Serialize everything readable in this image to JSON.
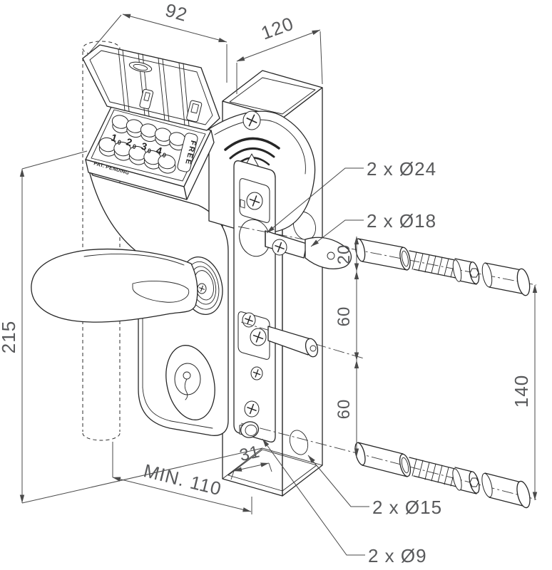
{
  "drawing": {
    "dimensions": {
      "lid_width": "92",
      "body_depth": "120",
      "body_height": "215",
      "offset_top": "20",
      "spacing_upper": "60",
      "spacing_lower": "60",
      "fixation_span": "140",
      "post_width": "31",
      "min_clearance": "MIN. 110"
    },
    "hole_labels": {
      "d24": "2 x Ø24",
      "d18": "2 x Ø18",
      "d15": "2 x Ø15",
      "d9": "2 x Ø9"
    },
    "keypad": {
      "digits": [
        "1",
        "2",
        "3",
        "4"
      ],
      "zero": "0",
      "side_label": "FREE",
      "patent_text": "PAT. PENDING"
    },
    "colors": {
      "line": "#262626",
      "dimension_text": "#58595b"
    }
  }
}
